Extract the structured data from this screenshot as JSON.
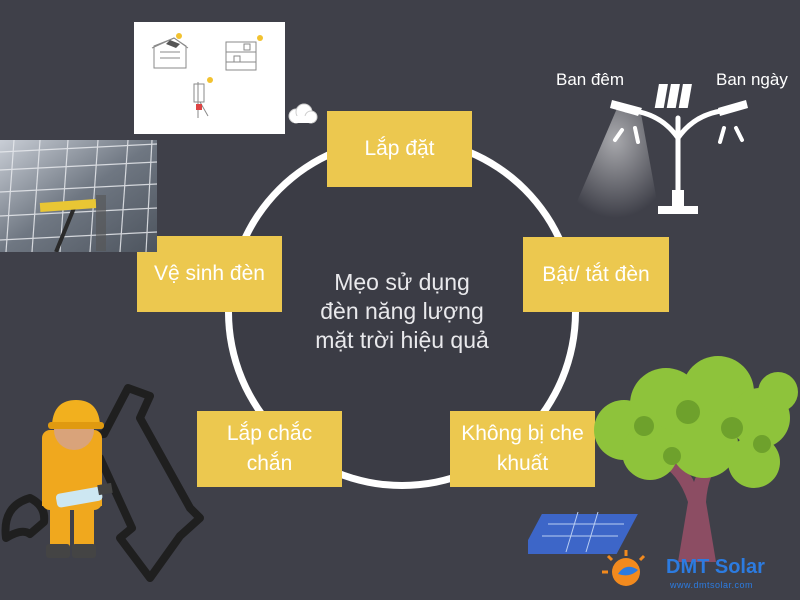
{
  "center": {
    "lines": [
      "Mẹo sử dụng",
      "đèn năng lượng",
      "mặt trời hiệu quả"
    ]
  },
  "nodes": {
    "install": {
      "lines": [
        "Lắp đặt"
      ]
    },
    "toggle": {
      "lines": [
        "Bật/ tắt đèn"
      ]
    },
    "unshaded": {
      "lines": [
        "Không bị che",
        "khuất"
      ]
    },
    "secure": {
      "lines": [
        "Lắp chắc",
        "chắn"
      ]
    },
    "clean": {
      "lines": [
        "Vệ sinh đèn"
      ]
    }
  },
  "streetlight": {
    "night_label": "Ban đêm",
    "day_label": "Ban ngày"
  },
  "logo": {
    "brand": "DMT Solar",
    "url": "www.dmtsolar.com"
  },
  "colors": {
    "background": "#3f4049",
    "box": "#ecc84f",
    "ring": "#ffffff",
    "logo_blue": "#2c7be0",
    "logo_orange": "#f28a1e"
  }
}
